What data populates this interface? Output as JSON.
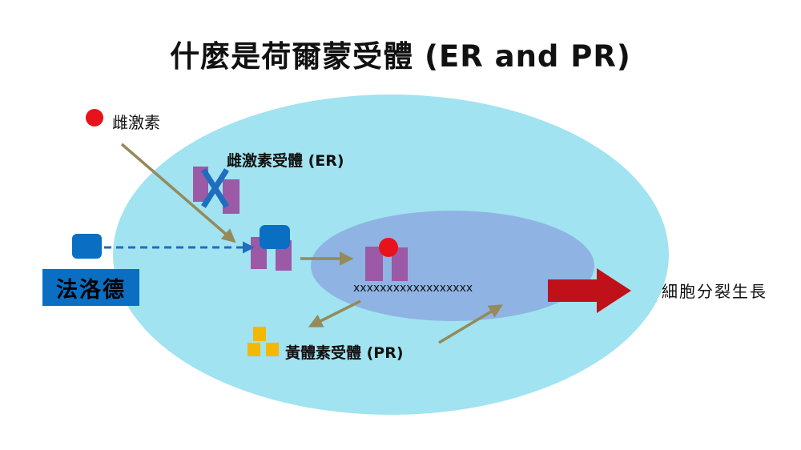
{
  "title": "什麼是荷爾蒙受體 (ER and PR)",
  "labels": {
    "estrogen": "雌激素",
    "estrogen_receptor": "雌激素受體 (ER)",
    "progesterone_receptor": "黃體素受體 (PR)",
    "drug": "法洛德",
    "dna": "xxxxxxxxxxxxxxxxxx",
    "growth": "細胞分裂生長"
  },
  "colors": {
    "cell": "#a1e3f0",
    "nucleus": "#8fb4e3",
    "receptor": "#9b59a6",
    "estrogen": "#e8121b",
    "drug": "#0a6fc2",
    "blocked_x": "#1f6dbf",
    "arrow": "#948a5a",
    "growth_arrow": "#c0101a",
    "pr_receptor": "#f5b800"
  }
}
